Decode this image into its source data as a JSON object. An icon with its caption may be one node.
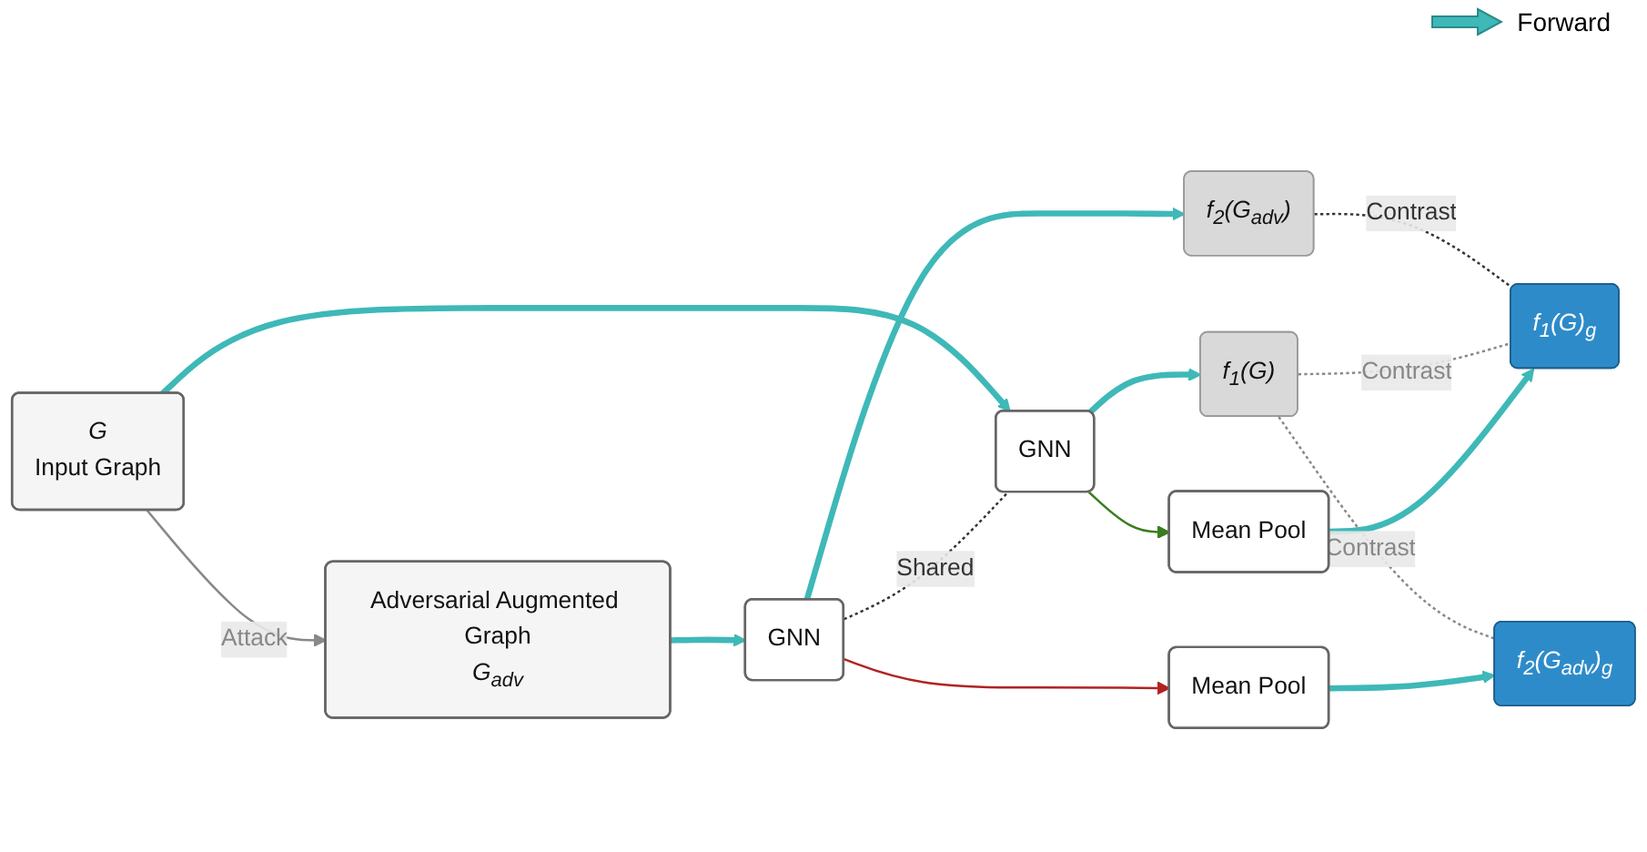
{
  "diagram": {
    "nodes": [
      {
        "text": [
          "Adversarial Augmented Graph",
          "G$_{adv}$"
        ]
      },
      {
        "text": [
          "G",
          "Input Graph"
        ]
      },
      {
        "text": [
          "GNN"
        ]
      },
      {
        "text": [
          "GNN"
        ]
      },
      {
        "text": [
          "f$_{2}$(G$_{adv}$)"
        ]
      },
      {
        "text": [
          "f$_{1}$(G)"
        ]
      },
      {
        "text": [
          "f$_{1}$(G)$_{g}$"
        ]
      },
      {
        "text": [
          "f$_{2}$(G$_{adv}$)$_{g}$"
        ]
      },
      {
        "text": [
          "Mean Pool"
        ]
      },
      {
        "text": [
          "Mean Pool"
        ]
      }
    ],
    "edges": [
      {
        "from": 1,
        "to": 0,
        "arrow": "to",
        "label": "Attack",
        "color": "#888888"
      },
      {
        "from": 0,
        "to": 2,
        "arrow": "to",
        "style": "thick"
      },
      {
        "from": 1,
        "to": 3,
        "arrow": "to",
        "style": "thick"
      },
      {
        "from": 2,
        "to": 4,
        "arrow": "to",
        "style": "thick"
      },
      {
        "from": 3,
        "to": 5,
        "arrow": "to",
        "style": "thick"
      },
      {
        "from": 4,
        "to": 6,
        "arrow": "none",
        "label": "Contrast",
        "style": "dashed",
        "color": "#333333"
      },
      {
        "from": 5,
        "to": 6,
        "arrow": "none",
        "label": "Contrast",
        "style": "dashed",
        "color": "#888888"
      },
      {
        "from": 5,
        "to": 7,
        "arrow": "none",
        "label": "Contrast",
        "style": "dashed",
        "color": "#888888"
      },
      {
        "from": 8,
        "to": 6,
        "arrow": "to",
        "style": "thick"
      },
      {
        "from": 9,
        "to": 7,
        "arrow": "to",
        "style": "thick"
      },
      {
        "from": 2,
        "to": 3,
        "arrow": "none",
        "label": "Shared",
        "style": "dashed",
        "color": "#333333"
      },
      {
        "from": 2,
        "to": 9,
        "arrow": "to",
        "color": "#b22222"
      },
      {
        "from": 3,
        "to": 8,
        "arrow": "to",
        "color": "#3a7d1e"
      }
    ],
    "legend": [
      {
        "text": "Forward"
      }
    ]
  }
}
